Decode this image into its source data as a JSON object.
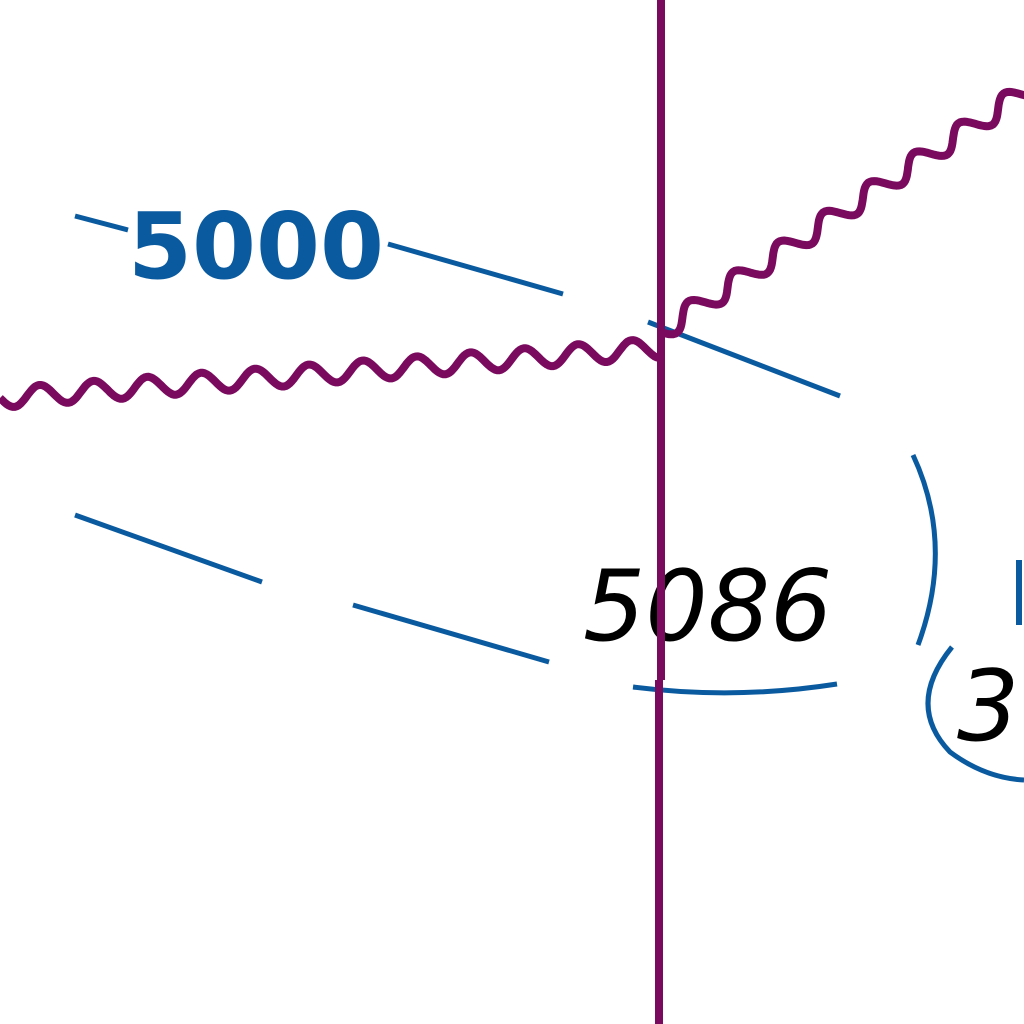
{
  "map": {
    "contour_label": "5000",
    "sounding_main": "5086",
    "sounding_partial": "3",
    "colors": {
      "background": "#ffffff",
      "contour": "#0a5aa0",
      "cable": "#7a0a5e",
      "sounding": "#000000"
    }
  }
}
